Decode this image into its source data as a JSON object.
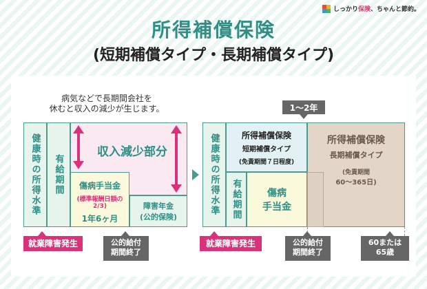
{
  "brand": {
    "prefix": "しっかり",
    "highlight": "保険",
    "suffix": "、ちゃんと節約。"
  },
  "title": {
    "main": "所得補償保険",
    "sub": "(短期補償タイプ・長期補償タイプ)"
  },
  "left": {
    "note_line1": "病気などで長期間会社を",
    "note_line2": "休むと収入の減少が生じます。",
    "health_income": "健康時の所得水準",
    "paid_leave": "有給期間",
    "income_loss": "収入減少部分",
    "sickness_benefit": "傷病手当金",
    "sickness_detail_1": "(標準報酬日額の",
    "sickness_detail_2": "2/3)",
    "sickness_period": "1年6ヶ月",
    "disability_pension_1": "障害年金",
    "disability_pension_2": "(公的保険)",
    "tag_disability": "就業障害発生",
    "tag_public_end_1": "公的給付",
    "tag_public_end_2": "期間終了"
  },
  "right": {
    "top_label": "1～2年",
    "health_income": "健康時の所得水準",
    "paid_leave": "有給期間",
    "short_title": "所得補償保険",
    "short_type": "短期補償タイプ",
    "short_exempt": "(免責期間７日程度)",
    "sickness_benefit_1": "傷病",
    "sickness_benefit_2": "手当金",
    "long_title": "所得補償保険",
    "long_type": "長期補償タイプ",
    "long_exempt_1": "(免責期間",
    "long_exempt_2": "60～365日)",
    "tag_disability": "就業障害発生",
    "tag_public_end_1": "公的給付",
    "tag_public_end_2": "期間終了",
    "tag_age_1": "60または",
    "tag_age_2": "65歳"
  },
  "colors": {
    "accent": "#2f8f86",
    "pink": "#d9327a",
    "gray": "#666666"
  }
}
